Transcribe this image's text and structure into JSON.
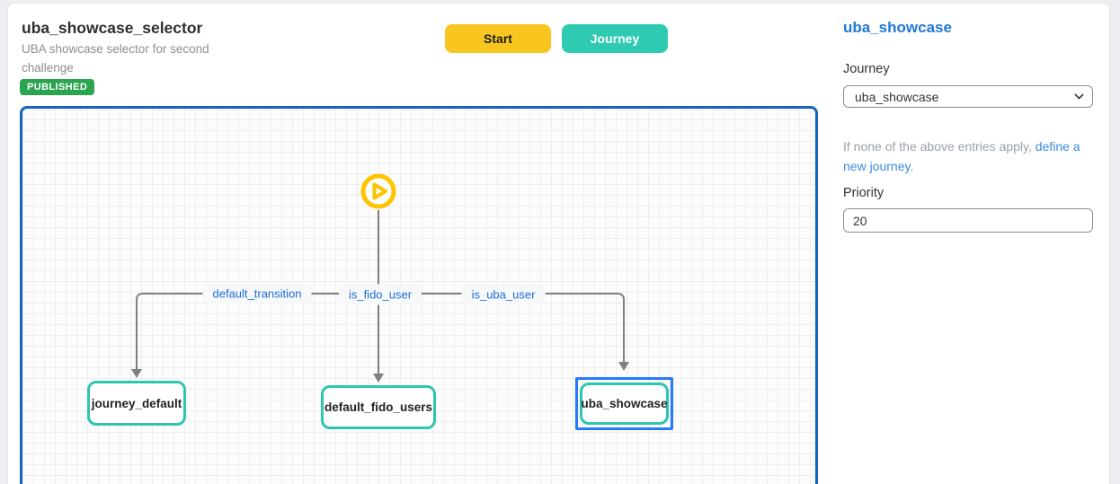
{
  "header": {
    "title": "uba_showcase_selector",
    "description": "UBA showcase selector for second challenge",
    "status_badge": "PUBLISHED"
  },
  "toolbar": {
    "start_label": "Start",
    "journey_label": "Journey"
  },
  "canvas": {
    "start_icon": "play-icon",
    "transitions": [
      {
        "label": "default_transition"
      },
      {
        "label": "is_fido_user"
      },
      {
        "label": "is_uba_user"
      }
    ],
    "nodes": [
      {
        "label": "journey_default",
        "selected": false
      },
      {
        "label": "default_fido_users",
        "selected": false
      },
      {
        "label": "uba_showcase",
        "selected": true
      }
    ]
  },
  "panel": {
    "title": "uba_showcase",
    "journey_label": "Journey",
    "journey_selected": "uba_showcase",
    "hint_prefix": "If none of the above entries apply, ",
    "hint_link": "define a new journey.",
    "priority_label": "Priority",
    "priority_value": "20"
  },
  "colors": {
    "accent_yellow": "#f8c61f",
    "accent_teal": "#2ecbb2",
    "node_border": "#2ec5b3",
    "selection_blue": "#2979ff",
    "canvas_border": "#1565c0",
    "connector_grey": "#808080",
    "link_blue": "#1c6fd8",
    "badge_green": "#2aa44f",
    "start_icon_yellow": "#ffc400",
    "panel_title_blue": "#1e78d7"
  }
}
